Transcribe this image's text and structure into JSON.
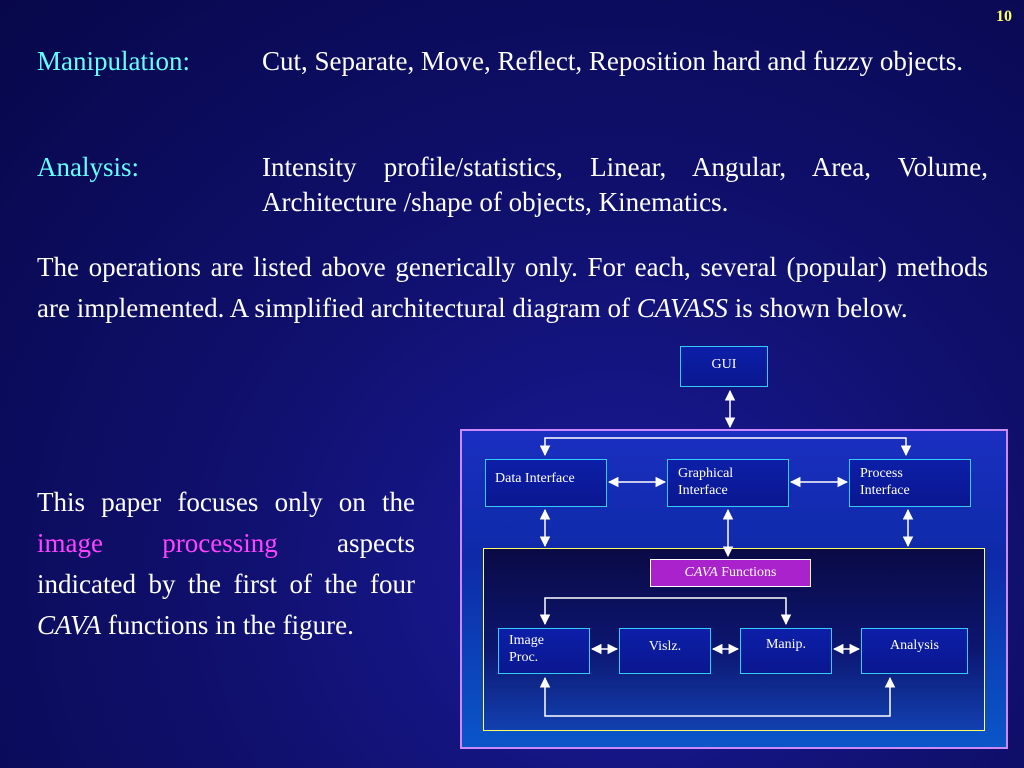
{
  "slide_number": "10",
  "definitions": [
    {
      "label": "Manipulation:",
      "text": "Cut, Separate, Move, Reflect, Reposition hard and fuzzy objects."
    },
    {
      "label": "Analysis:",
      "text": "Intensity profile/statistics, Linear, Angular, Area, Volume, Architecture /shape of objects, Kinematics."
    }
  ],
  "paragraph1": {
    "before": "The operations are listed above generically only. For each, several (popular) methods are implemented. A simplified architectural diagram of ",
    "emph": "CAVASS",
    "after": " is shown below."
  },
  "paragraph2": {
    "part1": "This paper focuses only on the ",
    "highlight": "image processing",
    "part2": " aspects indicated by the first of the four ",
    "emph": "CAVA",
    "part3": " functions in the figure."
  },
  "diagram": {
    "gui": "GUI",
    "data_interface": "Data Interface",
    "graphical_interface": "Graphical Interface",
    "process_interface": "Process Interface",
    "cava_emph": "CAVA",
    "cava_rest": " Functions",
    "image_proc": "Image Proc.",
    "vislz": "Vislz.",
    "manip": "Manip.",
    "analysis": "Analysis"
  }
}
